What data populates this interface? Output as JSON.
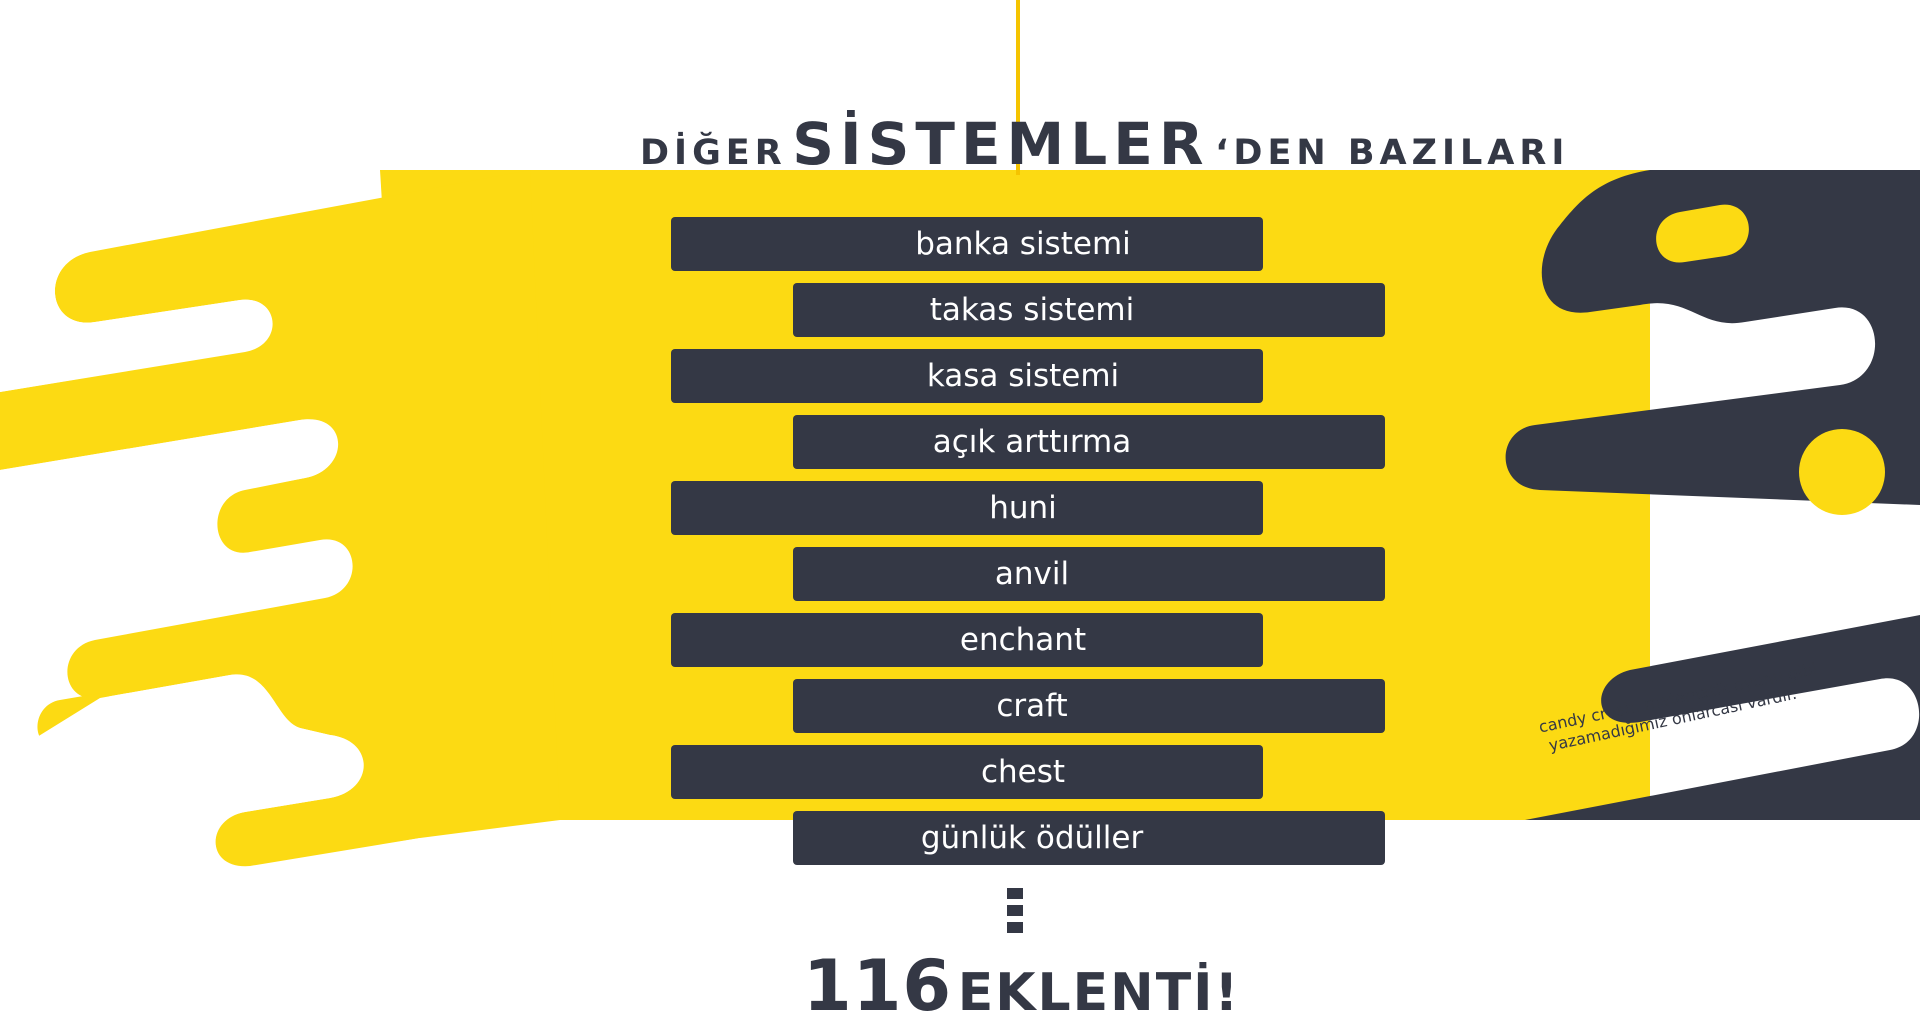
{
  "colors": {
    "background": "#ffffff",
    "yellow": "#fcda13",
    "dark": "#343845",
    "accent_line": "#f5c400",
    "item_text": "#ffffff"
  },
  "header": {
    "pre": "DİĞER",
    "main": "SİSTEMLER",
    "post": "‘DEN BAZILARI"
  },
  "systems": [
    "banka sistemi",
    "takas sistemi",
    "kasa sistemi",
    "açık arttırma",
    "huni",
    "anvil",
    "enchant",
    "craft",
    "chest",
    "günlük ödüller"
  ],
  "note": {
    "line1": "candy crush, matematik oyunu gibi",
    "line2": "yazamadığımız onlarcası vardır."
  },
  "footer": {
    "count": "116",
    "label": "EKLENTİ!"
  }
}
